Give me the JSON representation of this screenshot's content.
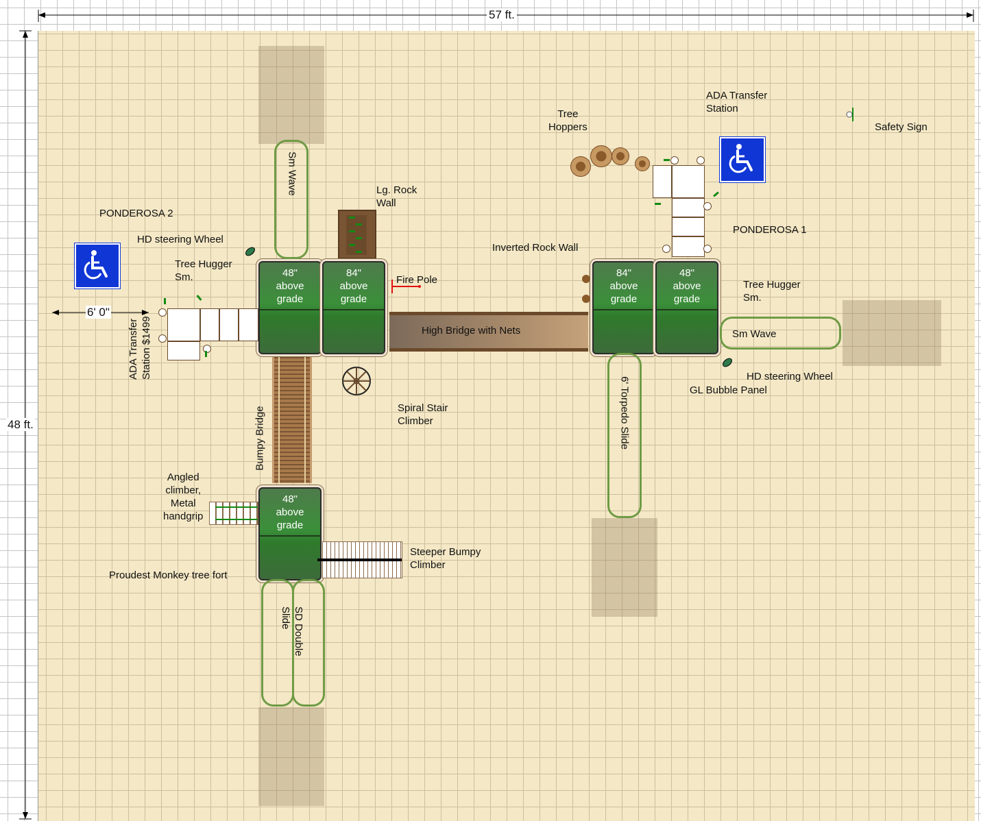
{
  "dimensions": {
    "width_label": "57 ft.",
    "height_label": "48 ft.",
    "ada_offset": "6' 0\""
  },
  "colors": {
    "play_area": "#f4e8c6",
    "deck_green": "#3b8f3a",
    "slide_outline": "#6f9b45",
    "ada_blue": "#1136d6",
    "bridge_brown": "#a8794a",
    "fire_pole_red": "#e01010"
  },
  "labels": {
    "ponderosa2": "PONDEROSA 2",
    "ponderosa1": "PONDEROSA 1",
    "hd_wheel_left": "HD steering Wheel",
    "hd_wheel_right": "HD steering Wheel",
    "tree_hugger_left": "Tree Hugger\nSm.",
    "tree_hugger_right": "Tree Hugger\nSm.",
    "sm_wave_top": "Sm Wave",
    "sm_wave_right": "Sm Wave",
    "lg_rock_wall": "Lg. Rock\nWall",
    "fire_pole": "Fire Pole",
    "inverted_rock_wall": "Inverted Rock Wall",
    "high_bridge": "High Bridge with Nets",
    "tree_hoppers": "Tree\nHoppers",
    "ada_transfer_top": "ADA Transfer\nStation",
    "safety_sign": "Safety Sign",
    "ada_transfer_left": "ADA Transfer\nStation $1499",
    "spiral_stair": "Spiral Stair\nClimber",
    "bumpy_bridge": "Bumpy Bridge",
    "torpedo_slide": "6' Torpedo Slide",
    "gl_bubble": "GL Bubble Panel",
    "angled_climber": "Angled\nclimber,\nMetal\nhandgrip",
    "steeper_bumpy": "Steeper Bumpy\nClimber",
    "proudest_monkey": "Proudest Monkey tree fort",
    "sd_double_slide": "SD Double\nSlide"
  },
  "decks": [
    {
      "text": "48\"\nabove\ngrade"
    },
    {
      "text": "84\"\nabove\ngrade"
    },
    {
      "text": "84\"\nabove\ngrade"
    },
    {
      "text": "48\"\nabove\ngrade"
    },
    {
      "text": "48\"\nabove\ngrade"
    }
  ],
  "icons": [
    "accessibility-icon",
    "steering-wheel-icon",
    "spiral-stair-icon",
    "tree-hopper-icon",
    "safety-sign-icon"
  ]
}
